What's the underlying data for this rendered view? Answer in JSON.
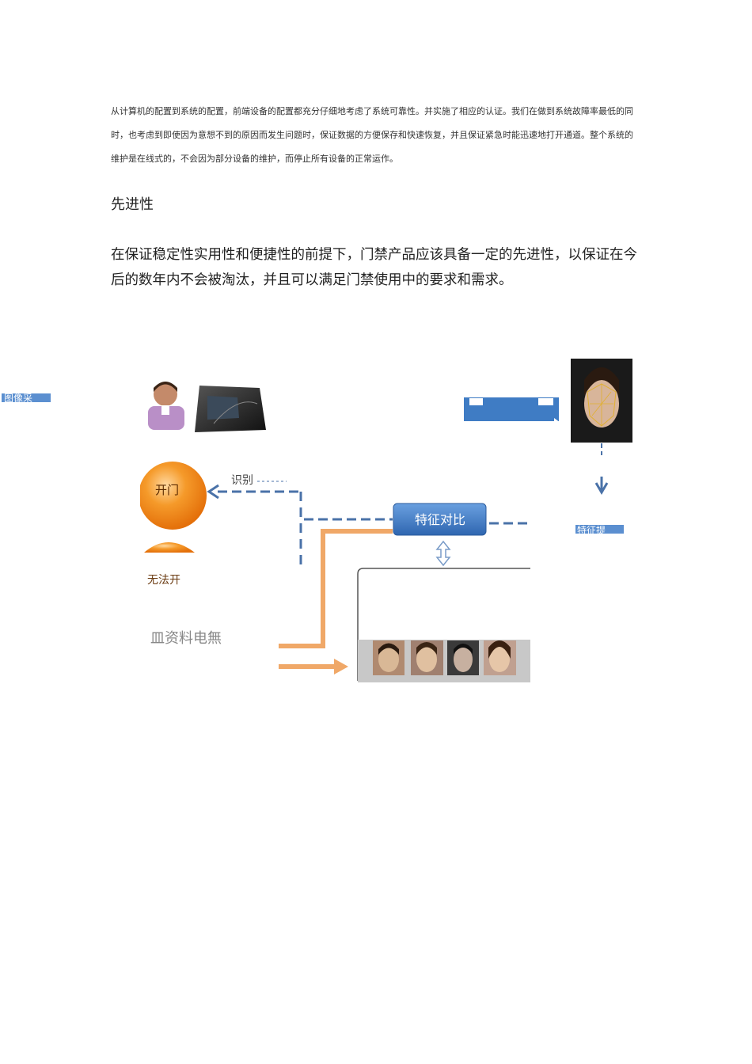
{
  "document": {
    "paragraph_1": "从计算机的配置到系统的配置，前端设备的配置都充分仔细地考虑了系统可靠性。并实施了相应的认证。我们在做到系统故障率最低的同时，也考虑到即使因为意想不到的原因而发生问题时，保证数据的方便保存和快速恢复，并且保证紧急时能迅速地打开通道。整个系统的维护是在线式的，不会因为部分设备的维护，而停止所有设备的正常运作。",
    "heading": "先进性",
    "paragraph_2": "在保证稳定性实用性和便捷性的前提下，门禁产品应该具备一定的先进性，以保证在今后的数年内不会被淘汰，并且可以满足门禁使用中的要求和需求。"
  },
  "diagram": {
    "left_tag": "图像采",
    "open_door": "开门",
    "recognize_label": "识别",
    "cannot_open": "无法开",
    "feature_compare": "特征对比",
    "feature_extract": "特征提",
    "database_label": "皿资料电無",
    "colors": {
      "blue_box": "#3f7cc4",
      "dashed_line": "#4a72a8",
      "orange": "#f08a1c",
      "orange_arrow": "#f0a868"
    }
  }
}
